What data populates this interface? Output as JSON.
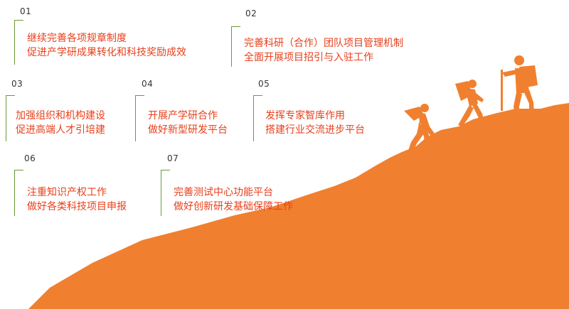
{
  "colors": {
    "mountain": "#f0802f",
    "climber": "#f0802f",
    "text": "#e8401c",
    "bracket": "#6a9a3a",
    "number": "#333333"
  },
  "items": [
    {
      "num": "01",
      "line1": "继续完善各项规章制度",
      "line2": "促进产学研成果转化和科技奖励成效"
    },
    {
      "num": "02",
      "line1": "完善科研（合作）团队项目管理机制",
      "line2": "全面开展项目招引与入驻工作"
    },
    {
      "num": "03",
      "line1": "加强组织和机构建设",
      "line2": "促进高端人才引培建"
    },
    {
      "num": "04",
      "line1": "开展产学研合作",
      "line2": "做好新型研发平台"
    },
    {
      "num": "05",
      "line1": "发挥专家智库作用",
      "line2": "搭建行业交流进步平台"
    },
    {
      "num": "06",
      "line1": "注重知识产权工作",
      "line2": "做好各类科技项目申报"
    },
    {
      "num": "07",
      "line1": "完善测试中心功能平台",
      "line2": "做好创新研发基础保障工作"
    }
  ]
}
